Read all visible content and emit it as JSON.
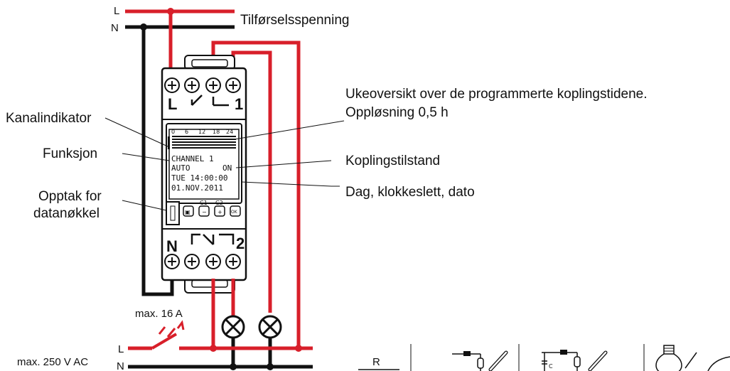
{
  "wires": {
    "L": "L",
    "N": "N",
    "supply": "Tilførselsspenning",
    "max_current": "max. 16 A",
    "max_voltage": "max. 250 V AC",
    "L_bottom": "L",
    "N_bottom": "N"
  },
  "callouts": {
    "channel_indicator": "Kanalindikator",
    "function": "Funksjon",
    "key_slot_line1": "Opptak for",
    "key_slot_line2": "datanøkkel",
    "week_overview_line1": "Ukeoversikt over de programmerte koplingstidene.",
    "week_overview_line2": "Oppløsning 0,5 h",
    "switch_state": "Koplingstilstand",
    "day_time_date": "Dag, klokkeslett, dato"
  },
  "device": {
    "top_terminal_left": "L",
    "top_terminal_right": "1",
    "bottom_terminal_left": "N",
    "bottom_terminal_right": "2",
    "timescale": [
      "0",
      "6",
      "12",
      "18",
      "24"
    ],
    "lcd": {
      "line1": "CHANNEL  1",
      "line2_left": "AUTO",
      "line2_right": "ON",
      "line3": "TUE 14:00:00",
      "line4": "01.NOV.2011"
    },
    "buttons": {
      "menu": "▣",
      "c1_label": "C1",
      "c1": "−",
      "c2_label": "C2",
      "c2": "+",
      "ok": "OK"
    }
  },
  "loads": {
    "resistive": "R",
    "capacitor": "C"
  },
  "colors": {
    "live_wire": "#d81f2a",
    "neutral_wire": "#111111",
    "device_body": "#ffffff"
  }
}
